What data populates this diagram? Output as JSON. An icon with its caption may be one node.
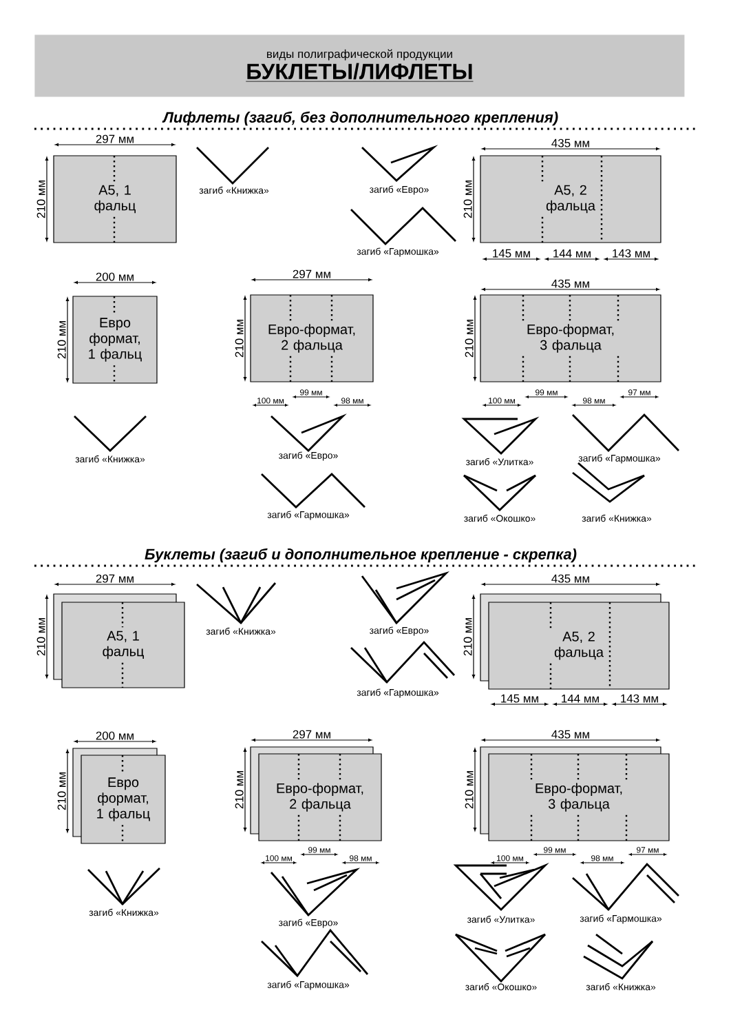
{
  "diagram": {
    "nodes": [
      {
        "text": [
          "виды полиграфической продукции",
          "БУКЛЕТЫ/ЛИФЛЕТЫ"
        ]
      },
      {
        "text": [
          "A5, 1 фальц"
        ]
      },
      {
        "text": [
          "A5, 2 фальца"
        ]
      },
      {
        "text": [
          "Евро формат, 1 фальц"
        ]
      },
      {
        "text": [
          "Евро-формат, 2 фальца"
        ]
      },
      {
        "text": [
          "Евро-формат, 3 фальца"
        ]
      },
      {
        "text": [
          "A5, 1 фальц"
        ]
      },
      {
        "text": [
          "A5, 2 фальца"
        ]
      },
      {
        "text": [
          "Евро формат, 1 фальц"
        ]
      },
      {
        "text": [
          "Евро-формат, 2 фальца"
        ]
      },
      {
        "text": [
          "Евро-формат, 3 фальца"
        ]
      }
    ],
    "labels": [
      "Лифлеты (загиб, без дополнительного крепления)",
      "297 мм",
      "435 мм",
      "210 мм",
      "загиб «Книжка»",
      "загиб «Евро»",
      "210 мм",
      "загиб «Гармошка»",
      "145 мм",
      "144 мм",
      "143 мм",
      "200 мм",
      "297 мм",
      "435 мм",
      "210 мм",
      "210 мм",
      "210 мм",
      "99 мм",
      "99 мм",
      "97 мм",
      "100 мм",
      "98 мм",
      "100 мм",
      "98 мм",
      "загиб «Книжка»",
      "загиб «Евро»",
      "загиб «Улитка»",
      "загиб «Гармошка»",
      "загиб «Гармошка»",
      "загиб «Окошко»",
      "загиб «Книжка»",
      "Буклеты (загиб и дополнительное крепление - скрепка)",
      "297 мм",
      "435 мм",
      "210 мм",
      "загиб «Книжка»",
      "загиб «Евро»",
      "210 мм",
      "загиб «Гармошка»",
      "145 мм",
      "144 мм",
      "143 мм",
      "200 мм",
      "297 мм",
      "435 мм",
      "210 мм",
      "210 мм",
      "210 мм",
      "99 мм",
      "99 мм",
      "97 мм",
      "100 мм",
      "98 мм",
      "100 мм",
      "98 мм",
      "загиб «Книжка»",
      "загиб «Евро»",
      "загиб «Улитка»",
      "загиб «Гармошка»",
      "загиб «Гармошка»",
      "загиб «Окошко»",
      "загиб «Книжка»"
    ]
  }
}
